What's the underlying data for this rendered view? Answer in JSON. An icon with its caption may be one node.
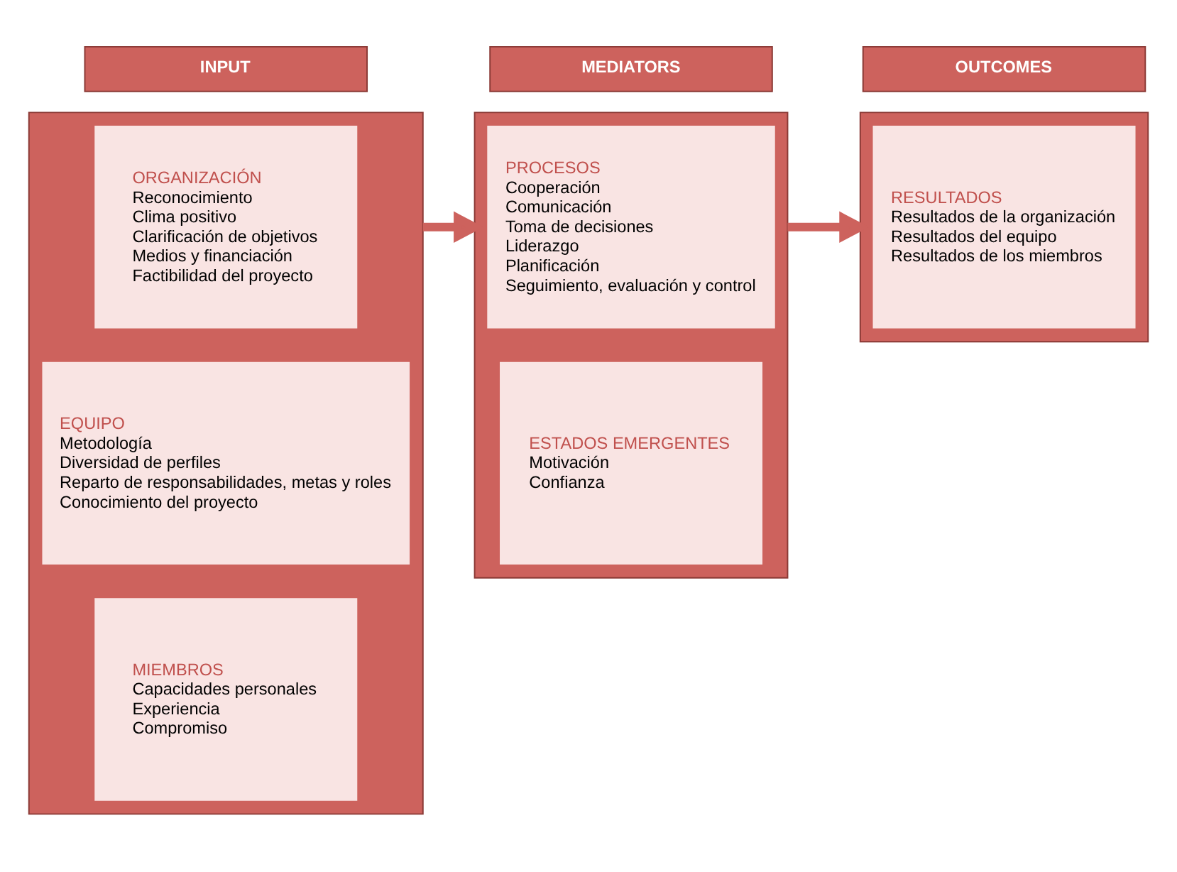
{
  "diagram": {
    "nodes": [
      {
        "text": [
          "INPUT"
        ]
      },
      {
        "text": [],
        "shape": "box"
      },
      {
        "text": [
          "ORGANIZACIÓN",
          "Reconocimiento",
          "Clima positivo",
          "Clarificación de objetivos",
          "Medios y financiación",
          "Factibilidad del proyecto"
        ],
        "in": 1
      },
      {
        "text": [
          "EQUIPO",
          "Metodología",
          "Diversidad de perfiles",
          "Reparto de responsabilidades, metas y roles",
          "Conocimiento del proyecto"
        ],
        "in": 1
      },
      {
        "text": [
          "MIEMBROS",
          "Capacidades personales",
          "Experiencia",
          "Compromiso"
        ],
        "in": 1
      },
      {
        "text": [
          "MEDIATORS"
        ]
      },
      {
        "text": [],
        "shape": "box"
      },
      {
        "text": [
          "PROCESOS",
          "Cooperación",
          "Comunicación",
          "Toma de decisiones",
          "Liderazgo",
          "Planificación",
          "Seguimiento, evaluación y control"
        ],
        "in": 6
      },
      {
        "text": [
          "ESTADOS EMERGENTES",
          "Motivación",
          "Confianza"
        ],
        "in": 6
      },
      {
        "text": [
          "OUTCOMES"
        ]
      },
      {
        "text": [],
        "shape": "box"
      },
      {
        "text": [
          "RESULTADOS",
          "Resultados de la organización",
          "Resultados del equipo",
          "Resultados de los miembros"
        ],
        "in": 10
      }
    ],
    "edges": [
      {
        "from": 1,
        "to": 6,
        "arrow": "to"
      },
      {
        "from": 6,
        "to": 10,
        "arrow": "to"
      }
    ]
  }
}
